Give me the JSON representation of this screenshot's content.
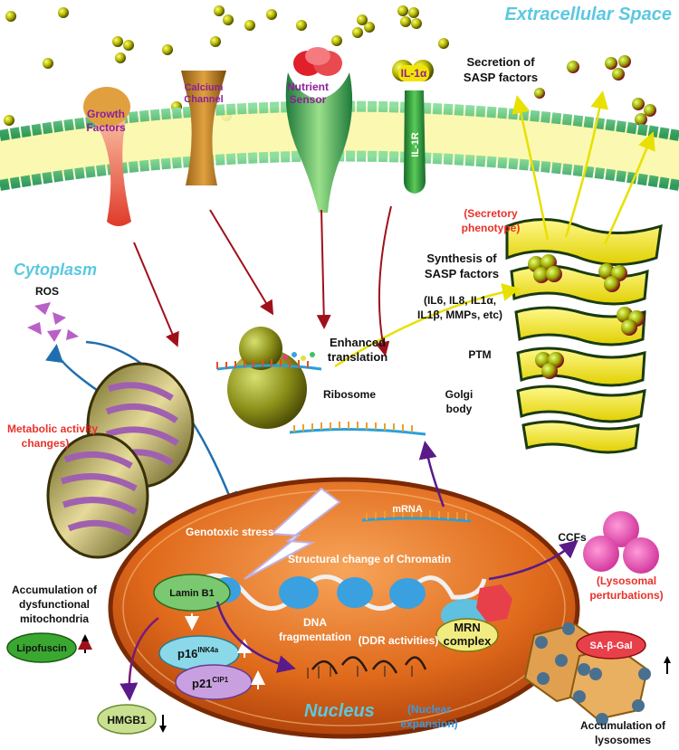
{
  "regions": {
    "extracellular": "Extracellular Space",
    "cytoplasm": "Cytoplasm",
    "nucleus": "Nucleus"
  },
  "receptors": {
    "growth_factors": [
      "Growth",
      "Factors"
    ],
    "calcium_channel": [
      "Calcium",
      "Channel"
    ],
    "nutrient_sensor": [
      "Nutrient",
      "Sensor"
    ],
    "il1a": "IL-1α",
    "il1r": "IL-1R"
  },
  "secretion": [
    "Secretion of",
    "SASP factors"
  ],
  "secretory_phenotype": [
    "(Secretory",
    "phenotype)"
  ],
  "synthesis": [
    "Synthesis of",
    "SASP factors"
  ],
  "factors_list": [
    "(IL6, IL8, IL1α,",
    "IL1β, MMPs, etc)"
  ],
  "ptm": "PTM",
  "golgi": [
    "Golgi",
    "body"
  ],
  "ros": "ROS",
  "enhanced_translation": [
    "Enhanced",
    "translation"
  ],
  "ribosome": "Ribosome",
  "metabolic": [
    "Metabolic activity",
    "changes)"
  ],
  "mitochondria": [
    "Accumulation of",
    "dysfunctional",
    "mitochondria"
  ],
  "lipofuscin": "Lipofuscin",
  "genotoxic": "Genotoxic stress",
  "mrna": "mRNA",
  "chromatin": "Structural change of Chromatin",
  "lamin": "Lamin B1",
  "dna_frag": [
    "DNA",
    "fragmentation"
  ],
  "ddr": "(DDR activities)",
  "mrn": [
    "MRN",
    "complex"
  ],
  "p16": {
    "base": "p16",
    "sup": "INK4a"
  },
  "p21": {
    "base": "p21",
    "sup": "CIP1"
  },
  "hmgb1": "HMGB1",
  "nuclear_expansion": [
    "(Nuclear",
    "expansion)"
  ],
  "ccfs": "CCFs",
  "lysosomal": [
    "(Lysosomal",
    "perturbations)"
  ],
  "sa_beta_gal": "SA-β-Gal",
  "lysosomes": [
    "Accumulation of",
    "lysosomes"
  ],
  "colors": {
    "region_label": "#5bc8e0",
    "red_label": "#e8322a",
    "receptor_label": "#8b1f9a",
    "nuclear_expansion": "#3a9be0"
  }
}
